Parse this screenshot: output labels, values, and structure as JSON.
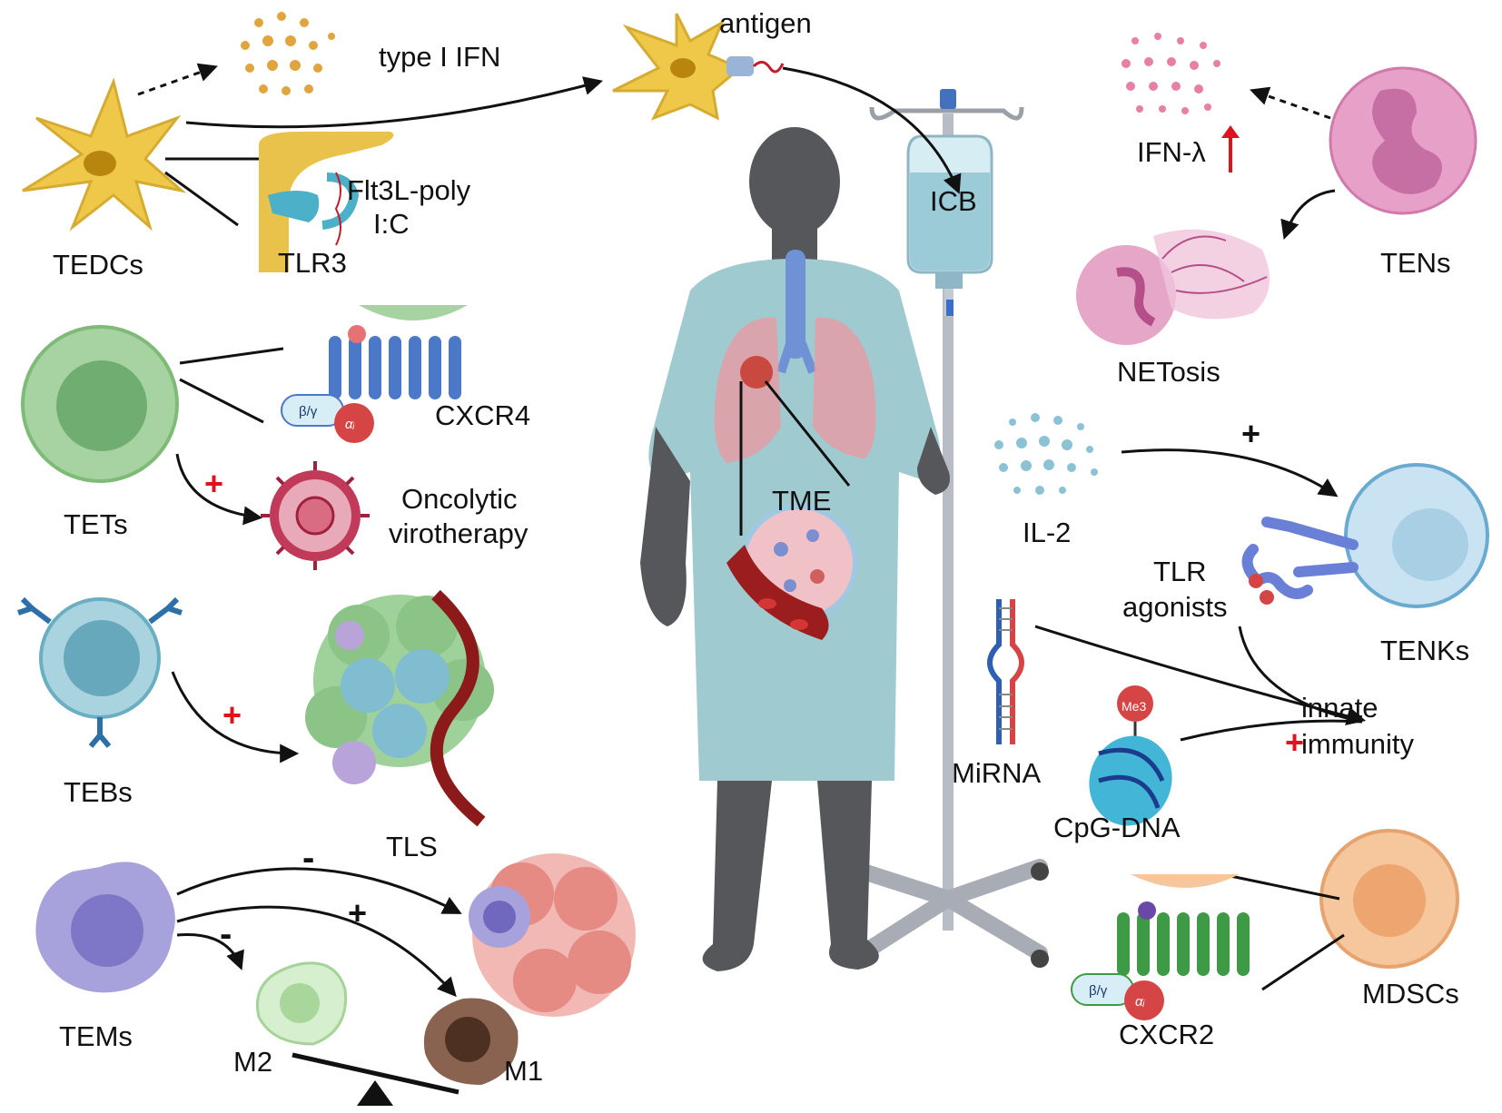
{
  "labels": {
    "tedcs": "TEDCs",
    "type_i_ifn": "type I IFN",
    "antigen": "antigen",
    "flt3l_line1": "Flt3L-poly",
    "flt3l_line2": "I:C",
    "tlr3": "TLR3",
    "tets": "TETs",
    "cxcr4": "CXCR4",
    "oncolytic_line1": "Oncolytic",
    "oncolytic_line2": "virotherapy",
    "tebs": "TEBs",
    "tls": "TLS",
    "tems": "TEMs",
    "m2": "M2",
    "m1": "M1",
    "icb": "ICB",
    "tme": "TME",
    "ifn_lambda": "IFN-λ",
    "tens": "TENs",
    "netosis": "NETosis",
    "il2": "IL-2",
    "tlr_line1": "TLR",
    "tlr_line2": "agonists",
    "tenks": "TENKs",
    "mirna": "MiRNA",
    "me3": "Me3",
    "cpg_dna": "CpG-DNA",
    "innate_line1": "innate",
    "innate_line2": "immunity",
    "mdscs": "MDSCs",
    "cxcr2": "CXCR2",
    "beta_gamma_1": "β/γ",
    "alpha_i_1": "αᵢ",
    "beta_gamma_2": "β/γ",
    "alpha_i_2": "αᵢ"
  },
  "signs": {
    "tets_plus": "+",
    "tebs_plus": "+",
    "tems_minus_top": "-",
    "tems_plus": "+",
    "tems_minus_m2": "-",
    "il2_plus": "+",
    "innate_plus": "+"
  },
  "colors": {
    "dc_yellow": "#efc84a",
    "t_green": "#a7d3a2",
    "b_blue": "#a9d3df",
    "mac_purple": "#a8a2dc",
    "neut_pink": "#e7a0c8",
    "nk_blue": "#c9e3f2",
    "mdsc_orange": "#f6c79c",
    "gown": "#9fcbd0",
    "body_gray": "#55575a",
    "receptor_blue": "#4c78c8",
    "receptor_green": "#3e9a45",
    "plus_red": "#e0121b"
  }
}
